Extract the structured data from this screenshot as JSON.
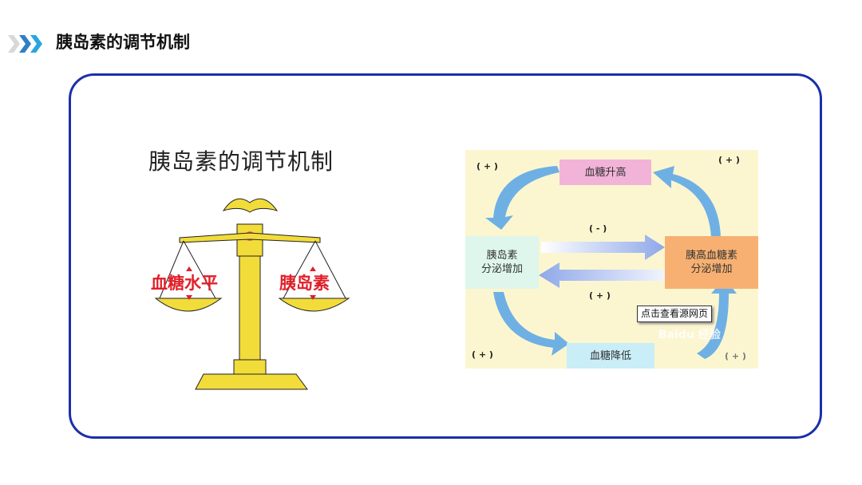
{
  "header": {
    "title": "胰岛素的调节机制",
    "icon": "chevrons-right-icon"
  },
  "left": {
    "title": "胰岛素的调节机制",
    "left_pan": "血糖水平",
    "right_pan": "胰岛素"
  },
  "diagram": {
    "top_box": "血糖升高",
    "left_box": [
      "胰岛素",
      "分泌增加"
    ],
    "right_box": [
      "胰高血糖素",
      "分泌增加"
    ],
    "bottom_box": "血糖降低",
    "signs": {
      "top_left": "( + )",
      "top_right": "( + )",
      "middle_top": "( - )",
      "middle_bottom": "( + )",
      "bottom_left": "( + )",
      "bottom_right": "( + )"
    },
    "tooltip": "点击查看源网页",
    "watermark": "Baidu 经验",
    "colors": {
      "top_box": "#f2b3d9",
      "left_box": "#def6ec",
      "right_box": "#f7b071",
      "bottom_box": "#c9eef7",
      "arrow": "#6fb0e4"
    }
  }
}
